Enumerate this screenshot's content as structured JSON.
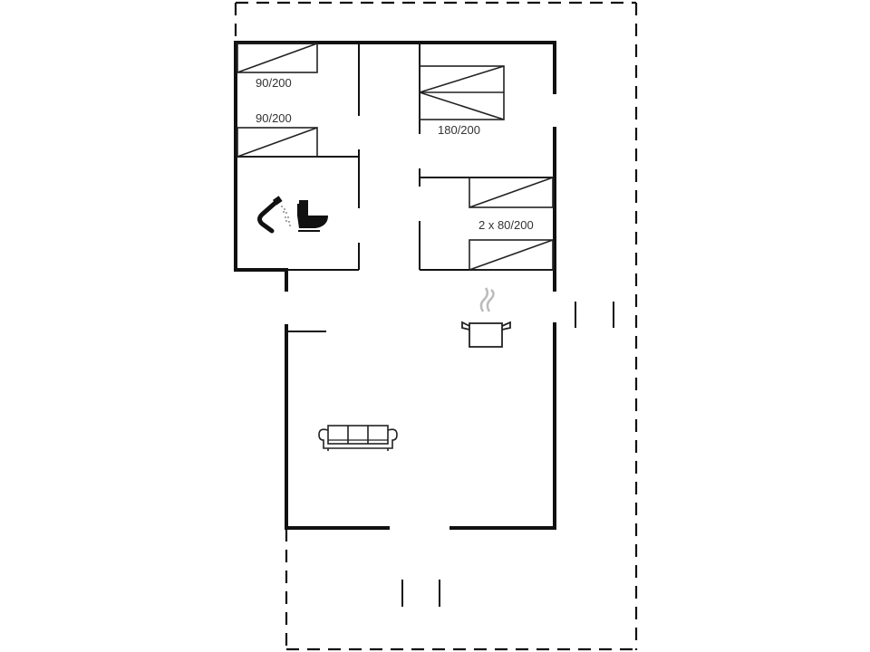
{
  "diagram": {
    "type": "floor-plan",
    "colors": {
      "walls": "#111111",
      "background": "#ffffff",
      "steam": "#bbbbbb"
    },
    "rooms": [
      {
        "id": "bedroom-1",
        "label": "90/200",
        "beds": 1
      },
      {
        "id": "bedroom-1b",
        "label": "90/200",
        "beds": 1
      },
      {
        "id": "bedroom-2",
        "label": "180/200",
        "beds": 1
      },
      {
        "id": "bedroom-3",
        "label": "2 x 80/200",
        "beds": 2
      },
      {
        "id": "bathroom",
        "icons": [
          "shower-icon",
          "toilet-icon"
        ]
      },
      {
        "id": "kitchen",
        "icons": [
          "cooking-pot-icon"
        ]
      },
      {
        "id": "living-room",
        "icons": [
          "sofa-icon"
        ]
      },
      {
        "id": "terrace",
        "outline": "dashed"
      }
    ],
    "labels": {
      "bed_1": "90/200",
      "bed_2": "90/200",
      "bed_double": "180/200",
      "bed_twin": "2 x 80/200"
    }
  }
}
